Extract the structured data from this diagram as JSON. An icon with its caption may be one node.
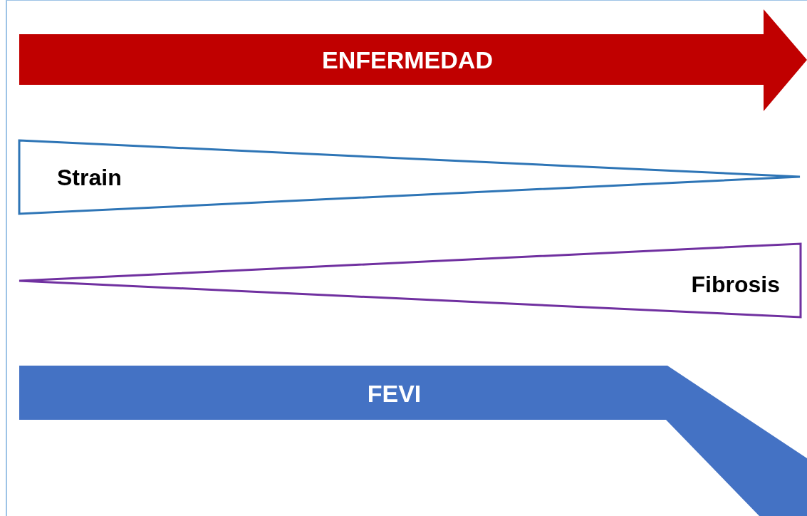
{
  "diagram": {
    "nodes": [
      {
        "text": [
          "ENFERMEDAD"
        ]
      },
      {
        "text": [
          "Strain"
        ]
      },
      {
        "text": [
          "Fibrosis"
        ]
      },
      {
        "text": [
          "FEVI"
        ]
      }
    ]
  }
}
